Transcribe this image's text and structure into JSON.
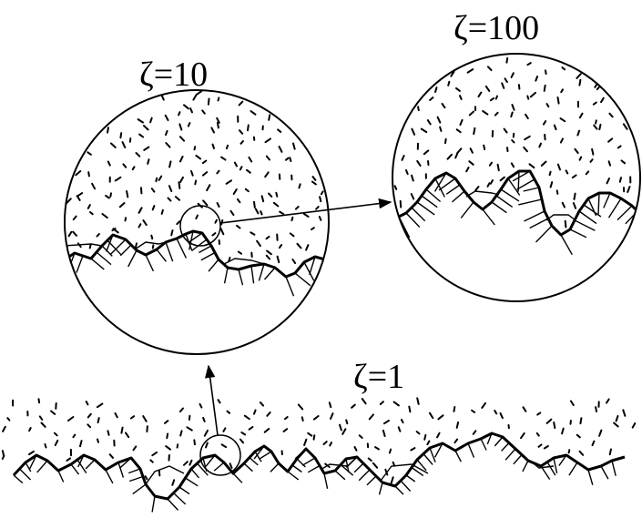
{
  "labels": {
    "magnification_1": "ζ=1",
    "magnification_10": "ζ=10",
    "magnification_100": "ζ=100"
  },
  "colors": {
    "ink": "#000000",
    "background": "#ffffff"
  },
  "icons": {
    "zoom_arrow": "arrow-icon",
    "zoom_region": "zoom-circle-icon"
  }
}
